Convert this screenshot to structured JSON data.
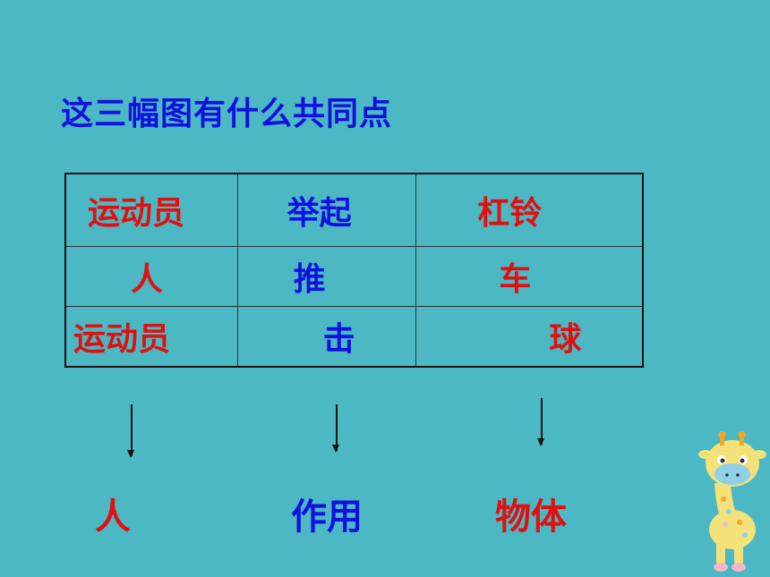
{
  "title": "这三幅图有什么共同点",
  "table": {
    "rows": [
      {
        "subject": "运动员",
        "action": "举起",
        "object": "杠铃"
      },
      {
        "subject": "人",
        "action": "推",
        "object": "车"
      },
      {
        "subject": "运动员",
        "action": "击",
        "object": "球"
      }
    ]
  },
  "bottom": {
    "subject_label": "人",
    "action_label": "作用",
    "object_label": "物体"
  },
  "colors": {
    "background": "#4bb8c4",
    "red": "#e01010",
    "blue": "#1010e0"
  },
  "decoration": {
    "icon": "giraffe-icon"
  }
}
